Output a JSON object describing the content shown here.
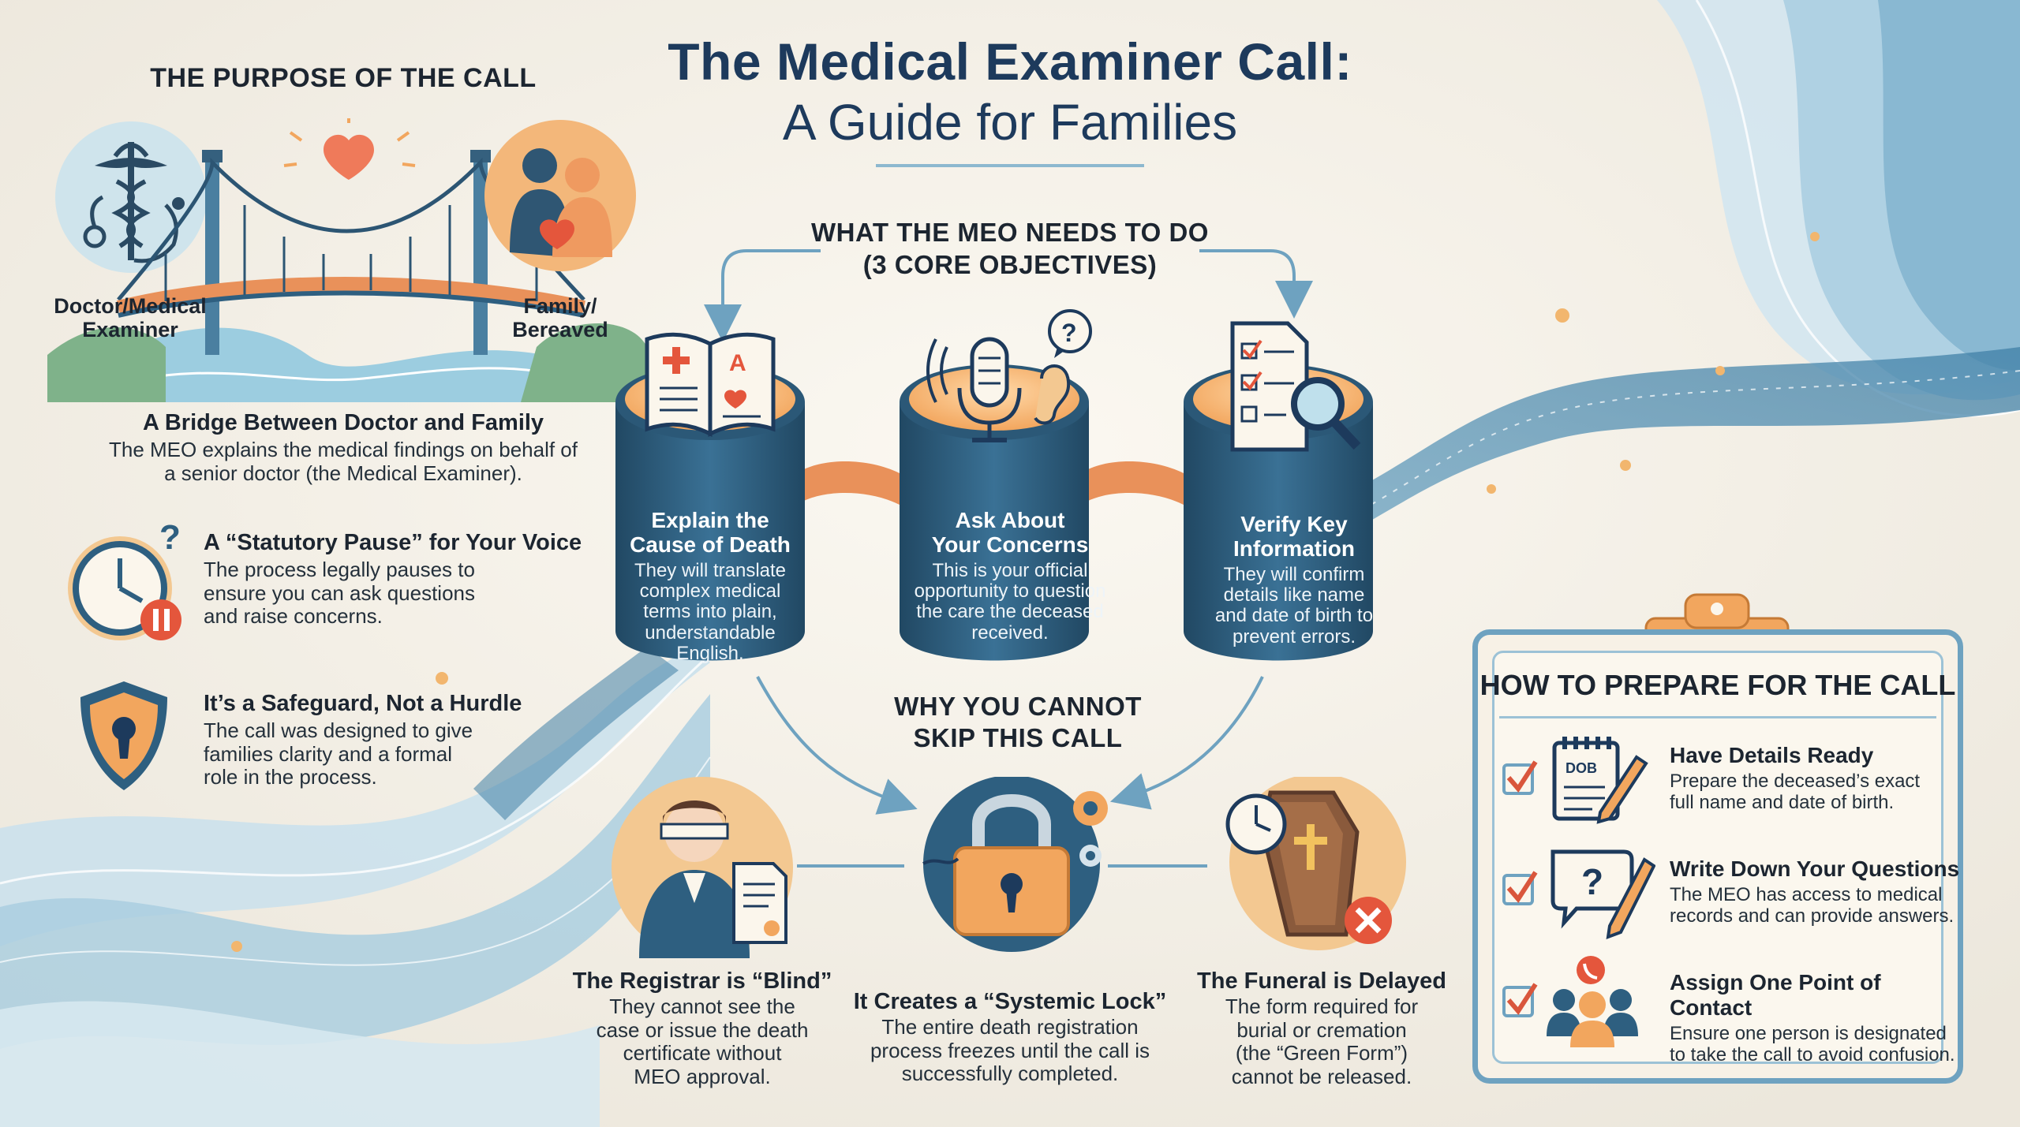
{
  "title": {
    "line1": "The Medical Examiner Call:",
    "line2": "A Guide for Families"
  },
  "purpose": {
    "heading": "THE PURPOSE OF THE CALL",
    "left_label_1": "Doctor/Medical",
    "left_label_2": "Examiner",
    "right_label_1": "Family/",
    "right_label_2": "Bereaved",
    "items": [
      {
        "title": "A Bridge Between Doctor and Family",
        "body": [
          "The MEO explains the medical findings on behalf of",
          "a senior doctor (the Medical Examiner)."
        ]
      },
      {
        "title": "A “Statutory Pause” for Your Voice",
        "body": [
          "The process legally pauses to",
          "ensure you can ask questions",
          "and raise concerns."
        ]
      },
      {
        "title": "It’s a Safeguard, Not a Hurdle",
        "body": [
          "The call was designed to give",
          "families clarity and a formal",
          "role in the process."
        ]
      }
    ]
  },
  "objectives": {
    "heading_1": "WHAT THE MEO NEEDS TO DO",
    "heading_2": "(3 CORE OBJECTIVES)",
    "items": [
      {
        "title": [
          "Explain the",
          "Cause of Death"
        ],
        "body": [
          "They will translate",
          "complex medical",
          "terms into plain,",
          "understandable",
          "English."
        ],
        "icon": "medical-book-icon"
      },
      {
        "title": [
          "Ask About",
          "Your Concerns"
        ],
        "body": [
          "This is your official",
          "opportunity to question",
          "the care the deceased",
          "received."
        ],
        "icon": "microphone-ear-icon"
      },
      {
        "title": [
          "Verify Key",
          "Information"
        ],
        "body": [
          "They will confirm",
          "details like name",
          "and date of birth to",
          "prevent errors."
        ],
        "icon": "checklist-magnifier-icon"
      }
    ]
  },
  "why": {
    "heading_1": "WHY YOU CANNOT",
    "heading_2": "SKIP THIS CALL",
    "items": [
      {
        "title": "The Registrar is “Blind”",
        "body": [
          "They cannot see the",
          "case or issue the death",
          "certificate without",
          "MEO approval."
        ],
        "icon": "blindfolded-registrar-icon"
      },
      {
        "title": "It Creates a “Systemic Lock”",
        "body": [
          "The entire death registration",
          "process freezes until the call is",
          "successfully completed."
        ],
        "icon": "padlock-icon"
      },
      {
        "title": "The Funeral is Delayed",
        "body": [
          "The form required for",
          "burial or cremation",
          "(the “Green Form”)",
          "cannot be released."
        ],
        "icon": "coffin-icon"
      }
    ]
  },
  "prepare": {
    "heading": "HOW TO PREPARE FOR THE CALL",
    "dob_text": "DOB",
    "items": [
      {
        "title": "Have Details Ready",
        "body": [
          "Prepare the deceased’s exact",
          "full name and date of birth."
        ],
        "icon": "dob-notepad-icon"
      },
      {
        "title": "Write Down Your Questions",
        "body": [
          "The MEO has access to medical",
          "records and can provide answers."
        ],
        "icon": "question-bubble-icon"
      },
      {
        "title": "Assign One Point of Contact",
        "body": [
          "Ensure one person is designated",
          "to take the call to avoid confusion."
        ],
        "icon": "people-contact-icon"
      }
    ]
  },
  "colors": {
    "navy": "#1d3a5c",
    "cylinder_blue": "#2e5f80",
    "orange": "#f2a65e",
    "panel_border": "#6ea2c0",
    "check_red": "#d9563c"
  }
}
